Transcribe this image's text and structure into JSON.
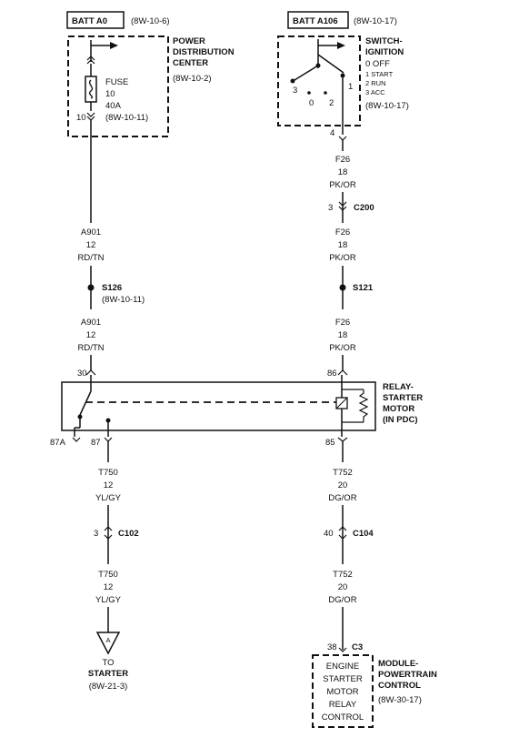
{
  "left": {
    "batt_label": "BATT A0",
    "batt_ref": "(8W-10-6)",
    "pdc_title": [
      "POWER",
      "DISTRIBUTION",
      "CENTER"
    ],
    "pdc_ref": "(8W-10-2)",
    "fuse": [
      "FUSE",
      "10",
      "40A",
      "(8W-10-11)"
    ],
    "fuse_pin": "10",
    "wire_a1": [
      "A901",
      "12",
      "RD/TN"
    ],
    "splice_name": "S126",
    "splice_ref": "(8W-10-11)",
    "wire_a2": [
      "A901",
      "12",
      "RD/TN"
    ],
    "pin_30": "30",
    "pin_87a": "87A",
    "pin_87": "87",
    "wire_t1": [
      "T750",
      "12",
      "YL/GY"
    ],
    "conn_pin": "3",
    "conn_name": "C102",
    "wire_t2": [
      "T750",
      "12",
      "YL/GY"
    ],
    "starter_marker": "A",
    "to_starter": [
      "TO",
      "STARTER"
    ],
    "starter_ref": "(8W-21-3)"
  },
  "right": {
    "batt_label": "BATT A106",
    "batt_ref": "(8W-10-17)",
    "switch_title": [
      "SWITCH-",
      "IGNITION"
    ],
    "switch_off": "0 OFF",
    "switch_positions": [
      "1 START",
      "2 RUN",
      "3 ACC"
    ],
    "switch_ref": "(8W-10-17)",
    "switch_contacts": [
      "3",
      "0",
      "2",
      "1"
    ],
    "switch_pin": "4",
    "wire_f1": [
      "F26",
      "18",
      "PK/OR"
    ],
    "c200_pin": "3",
    "c200_name": "C200",
    "wire_f2": [
      "F26",
      "18",
      "PK/OR"
    ],
    "splice_name": "S121",
    "wire_f3": [
      "F26",
      "18",
      "PK/OR"
    ],
    "pin_86": "86",
    "relay_title": [
      "RELAY-",
      "STARTER",
      "MOTOR",
      "(IN PDC)"
    ],
    "pin_85": "85",
    "wire_t1": [
      "T752",
      "20",
      "DG/OR"
    ],
    "c104_pin": "40",
    "c104_name": "C104",
    "wire_t2": [
      "T752",
      "20",
      "DG/OR"
    ],
    "c3_pin": "38",
    "c3_name": "C3",
    "module_box_text": [
      "ENGINE",
      "STARTER",
      "MOTOR",
      "RELAY",
      "CONTROL"
    ],
    "module_title": [
      "MODULE-",
      "POWERTRAIN",
      "CONTROL"
    ],
    "module_ref": "(8W-30-17)"
  }
}
